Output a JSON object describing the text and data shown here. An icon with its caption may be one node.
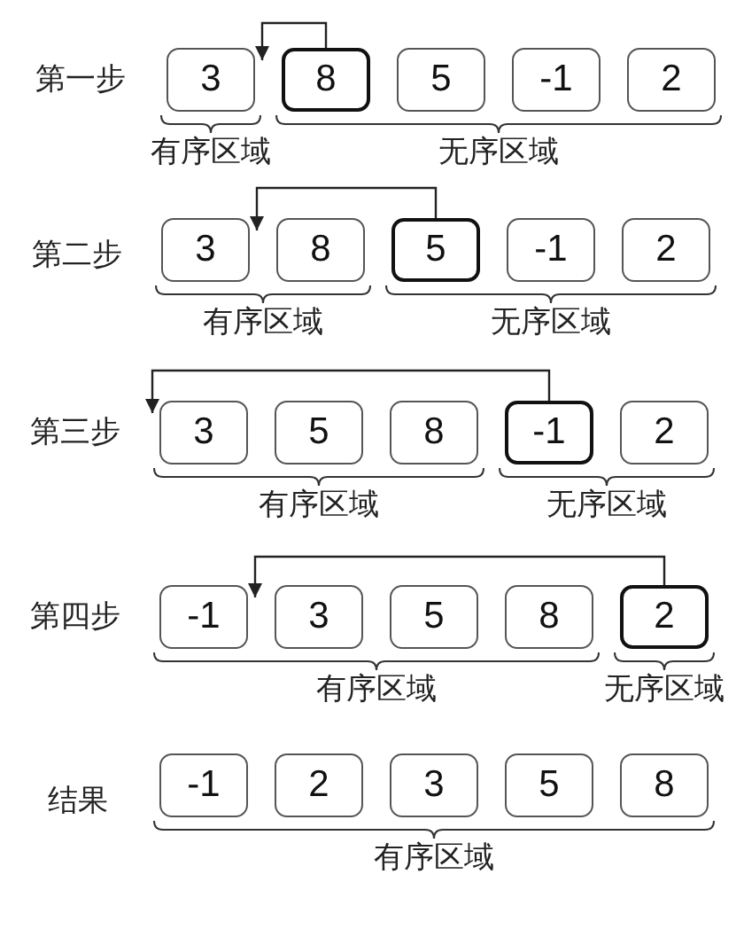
{
  "diagram": {
    "nodes": [
      {
        "text": [
          "3"
        ]
      },
      {
        "text": [
          "8"
        ]
      },
      {
        "text": [
          "5"
        ]
      },
      {
        "text": [
          "-1"
        ]
      },
      {
        "text": [
          "2"
        ]
      },
      {
        "text": [
          "3"
        ]
      },
      {
        "text": [
          "8"
        ]
      },
      {
        "text": [
          "5"
        ]
      },
      {
        "text": [
          "-1"
        ]
      },
      {
        "text": [
          "2"
        ]
      },
      {
        "text": [
          "3"
        ]
      },
      {
        "text": [
          "5"
        ]
      },
      {
        "text": [
          "8"
        ]
      },
      {
        "text": [
          "-1"
        ]
      },
      {
        "text": [
          "2"
        ]
      },
      {
        "text": [
          "-1"
        ]
      },
      {
        "text": [
          "3"
        ]
      },
      {
        "text": [
          "5"
        ]
      },
      {
        "text": [
          "8"
        ]
      },
      {
        "text": [
          "2"
        ]
      },
      {
        "text": [
          "-1"
        ]
      },
      {
        "text": [
          "2"
        ]
      },
      {
        "text": [
          "3"
        ]
      },
      {
        "text": [
          "5"
        ]
      },
      {
        "text": [
          "8"
        ]
      }
    ],
    "edges": [
      {
        "from": 1,
        "to": 0,
        "arrow": "to"
      },
      {
        "from": 7,
        "to": 5,
        "arrow": "to"
      },
      {
        "from": 13,
        "to": 10,
        "arrow": "to"
      },
      {
        "from": 19,
        "to": 15,
        "arrow": "to"
      }
    ],
    "labels": [
      "第一步",
      "有序区域",
      "无序区域",
      "第二步",
      "有序区域",
      "无序区域",
      "第三步",
      "有序区域",
      "无序区域",
      "第四步",
      "有序区域",
      "无序区域",
      "结果",
      "有序区域"
    ]
  }
}
